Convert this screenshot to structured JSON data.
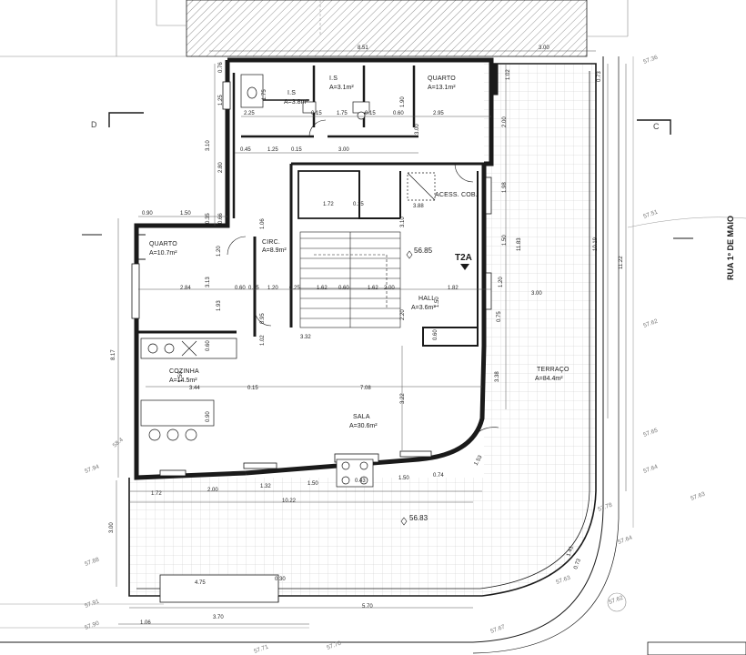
{
  "rooms": {
    "quarto_top": {
      "name": "QUARTO",
      "area": "A=13.1m²"
    },
    "is1": {
      "name": "I.S",
      "area": "A=3.8m²"
    },
    "is2": {
      "name": "I.S",
      "area": "A=3.1m²"
    },
    "quarto_left": {
      "name": "QUARTO",
      "area": "A=10.7m²"
    },
    "circ": {
      "name": "CIRC.",
      "area": "A=8.9m²"
    },
    "acess": {
      "name": "ACESS. COB."
    },
    "hall": {
      "name": "HALL",
      "area": "A=3.6m²"
    },
    "cozinha": {
      "name": "COZINHA",
      "area": "A=14.5m²"
    },
    "sala": {
      "name": "SALA",
      "area": "A=30.6m²"
    },
    "terraco": {
      "name": "TERRAÇO",
      "area": "A=84.4m²"
    }
  },
  "unit_label": "T2A",
  "levels": [
    "56.85",
    "56.83"
  ],
  "street_name": "RUA 1º DE MAIO",
  "section_marks": [
    "D",
    "C"
  ],
  "dimensions": {
    "top": [
      "8.51",
      "3.00"
    ],
    "row1": [
      "0.76",
      "1.25",
      "1.75",
      "2.25",
      "1.90",
      "0.60",
      "1.75",
      "0.15",
      "0.15",
      "2.95",
      "3.00",
      "1.02",
      "0.73"
    ],
    "row2": [
      "0.45",
      "1.25",
      "0.15",
      "3.00",
      "3.10",
      "2.80",
      "2.00",
      "1.98"
    ],
    "row3": [
      "0.90",
      "1.50",
      "0.35",
      "0.66",
      "1.72",
      "0.15",
      "3.88",
      "1.06"
    ],
    "mid": [
      "1.20",
      "3.13",
      "2.84",
      "0.60",
      "0.15",
      "1.20",
      "0.25",
      "1.62",
      "0.60",
      "1.62",
      "2.00",
      "1.82",
      "3.10",
      "1.93",
      "2.20",
      "1.50",
      "1.50",
      "11.83",
      "10.19",
      "11.22",
      "0.75",
      "1.20",
      "3.00"
    ],
    "lower": [
      "0.60",
      "1.02",
      "0.95",
      "3.32",
      "0.60",
      "8.17",
      "1.50",
      "3.44",
      "0.15",
      "7.08",
      "3.22",
      "3.38",
      "0.90"
    ],
    "bottom": [
      "1.72",
      "2.00",
      "1.32",
      "1.50",
      "0.43",
      "1.50",
      "0.74",
      "10.22",
      "1.53",
      "3.00",
      "4.75",
      "0.30",
      "5.70",
      "1.06",
      "3.70",
      "1.41",
      "0.73"
    ]
  },
  "elevations": [
    "57.36",
    "57.51",
    "57.62",
    "57.65",
    "57.64",
    "57.63",
    "57.64",
    "57.78",
    "57.63",
    "57.62",
    "57.94",
    "57.88",
    "57.91",
    "57.90",
    "57.71",
    "57.70",
    "57.67",
    "58.4"
  ],
  "colors": {
    "line": "#1a1a1a",
    "thin": "#555555",
    "hatch": "#777777",
    "grid": "#c8c8c8"
  }
}
